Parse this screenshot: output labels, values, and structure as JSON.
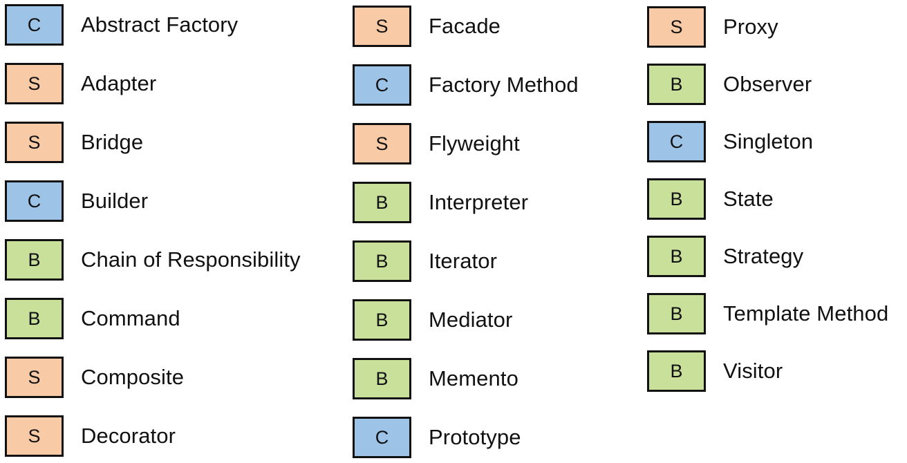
{
  "colors": {
    "C": "#9dc3e6",
    "S": "#f8cba6",
    "B": "#c9e09b",
    "border": "#111111",
    "text": "#111111"
  },
  "columns": [
    {
      "items": [
        {
          "badge": "C",
          "label": "Abstract Factory"
        },
        {
          "badge": "S",
          "label": "Adapter"
        },
        {
          "badge": "S",
          "label": "Bridge"
        },
        {
          "badge": "C",
          "label": "Builder"
        },
        {
          "badge": "B",
          "label": "Chain of Responsibility"
        },
        {
          "badge": "B",
          "label": "Command"
        },
        {
          "badge": "S",
          "label": "Composite"
        },
        {
          "badge": "S",
          "label": "Decorator"
        }
      ]
    },
    {
      "items": [
        {
          "badge": "S",
          "label": "Facade"
        },
        {
          "badge": "C",
          "label": "Factory Method"
        },
        {
          "badge": "S",
          "label": "Flyweight"
        },
        {
          "badge": "B",
          "label": "Interpreter"
        },
        {
          "badge": "B",
          "label": "Iterator"
        },
        {
          "badge": "B",
          "label": "Mediator"
        },
        {
          "badge": "B",
          "label": "Memento"
        },
        {
          "badge": "C",
          "label": "Prototype"
        }
      ]
    },
    {
      "items": [
        {
          "badge": "S",
          "label": "Proxy"
        },
        {
          "badge": "B",
          "label": "Observer"
        },
        {
          "badge": "C",
          "label": "Singleton"
        },
        {
          "badge": "B",
          "label": "State"
        },
        {
          "badge": "B",
          "label": "Strategy"
        },
        {
          "badge": "B",
          "label": "Template Method"
        },
        {
          "badge": "B",
          "label": "Visitor"
        }
      ]
    }
  ]
}
